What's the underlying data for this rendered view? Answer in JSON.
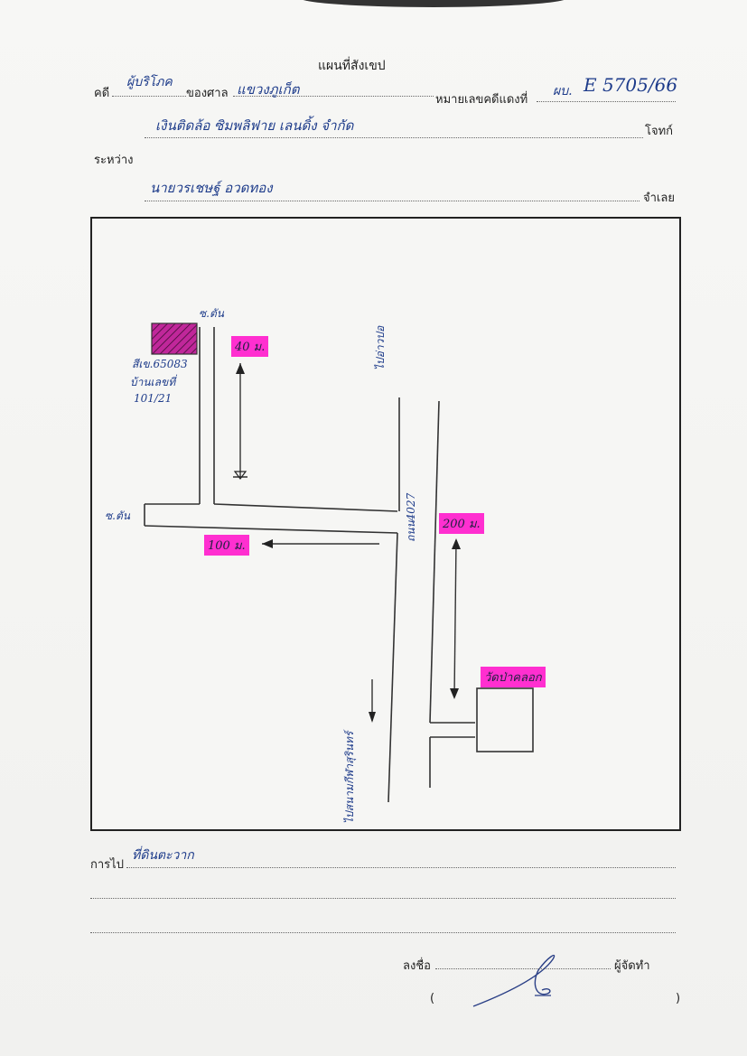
{
  "header": {
    "title": "แผนที่สังเขป",
    "case_label": "คดี",
    "case_type": "ผู้บริโภค",
    "court_label": "ของศาล",
    "court_name": "แขวงภูเก็ต",
    "red_case_label": "หมายเลขคดีแดงที่",
    "red_case_prefix": "ผบ.",
    "red_case_number": "E 5705/66",
    "plaintiff": "เงินติดล้อ ซิมพลิฟาย เลนดิ้ง จำกัด",
    "plaintiff_role": "โจทก์",
    "between_label": "ระหว่าง",
    "defendant": "นายวรเชษฐ์ อวดทอง",
    "defendant_role": "จำเลย"
  },
  "map": {
    "soi_top": "ซ.ตัน",
    "soi_left": "ซ.ตัน",
    "house_label_line1": "สีเข.65083",
    "house_label_line2": "บ้านเลขที่",
    "house_label_line3": "101/21",
    "road_label": "ถนน4027",
    "direction_top": "ไปอ่าวปอ",
    "direction_bottom": "ไปสนามกีฬาสุรินทร์",
    "distance_1": "40 ม.",
    "distance_2": "100 ม.",
    "distance_3": "200 ม.",
    "landmark": "วัดป่าคลอก",
    "highlight_color": "#ff2fd0",
    "house_fill_color": "#c0279a"
  },
  "footer": {
    "directions_label": "การไป",
    "directions_value": "ที่ดินตะวาก",
    "sign_label": "ลงชื่อ",
    "sign_role": "ผู้จัดทำ",
    "paren_open": "(",
    "paren_close": ")"
  }
}
